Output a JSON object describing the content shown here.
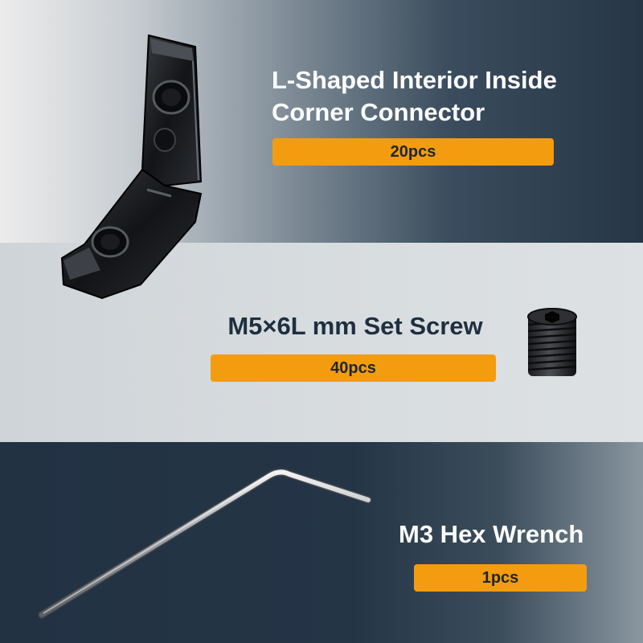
{
  "items": [
    {
      "title_line1": "L-Shaped Interior Inside",
      "title_line2": "Corner Connector",
      "quantity": "20pcs"
    },
    {
      "title": "M5×6L mm Set Screw",
      "quantity": "40pcs"
    },
    {
      "title": "M3 Hex Wrench",
      "quantity": "1pcs"
    }
  ],
  "colors": {
    "accent": "#f39c10",
    "navy": "#223243",
    "text_dark": "#1f2f40",
    "text_light": "#ffffff"
  },
  "icons": [
    "l-bracket-icon",
    "set-screw-icon",
    "hex-wrench-icon"
  ]
}
